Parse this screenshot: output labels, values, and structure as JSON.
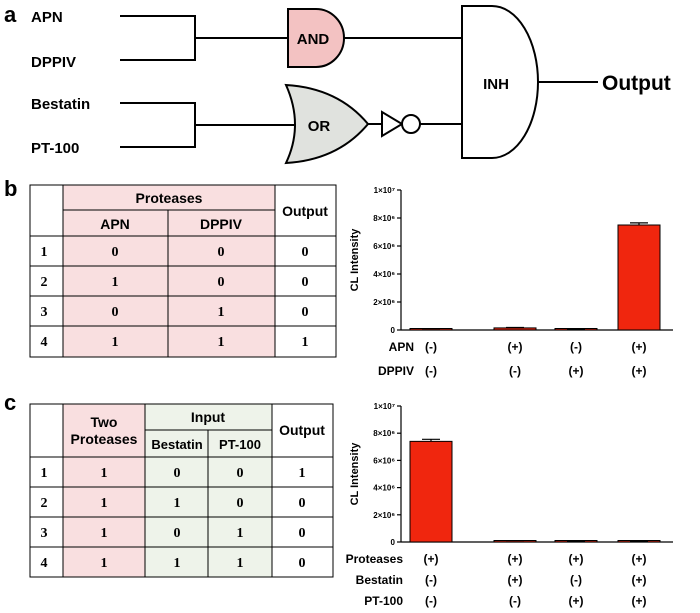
{
  "panel_labels": {
    "a": "a",
    "b": "b",
    "c": "c"
  },
  "colors": {
    "pink": "#f9dfe0",
    "green": "#eef3ea",
    "and_gate": "#f3c2c2",
    "or_gate": "#e0e2de",
    "bar": "#f0260e"
  },
  "circuit": {
    "inputs": [
      "APN",
      "DPPIV",
      "Bestatin",
      "PT-100"
    ],
    "and_label": "AND",
    "or_label": "OR",
    "inh_label": "INH",
    "output_label": "Output"
  },
  "table_b": {
    "group_header": "Proteases",
    "col_headers": [
      "APN",
      "DPPIV"
    ],
    "output_header": "Output",
    "rows": [
      [
        "1",
        "0",
        "0",
        "0"
      ],
      [
        "2",
        "1",
        "0",
        "0"
      ],
      [
        "3",
        "0",
        "1",
        "0"
      ],
      [
        "4",
        "1",
        "1",
        "1"
      ]
    ]
  },
  "table_c": {
    "first_header_line1": "Two",
    "first_header_line2": "Proteases",
    "group_header": "Input",
    "col_headers": [
      "Bestatin",
      "PT-100"
    ],
    "output_header": "Output",
    "rows": [
      [
        "1",
        "1",
        "0",
        "0",
        "1"
      ],
      [
        "2",
        "1",
        "1",
        "0",
        "0"
      ],
      [
        "3",
        "1",
        "0",
        "1",
        "0"
      ],
      [
        "4",
        "1",
        "1",
        "1",
        "0"
      ]
    ]
  },
  "chart_data": [
    {
      "type": "bar",
      "ylabel": "CL Intensity",
      "ylim": [
        0,
        10000000
      ],
      "yticks": [
        "0",
        "2×10⁶",
        "4×10⁶",
        "6×10⁶",
        "8×10⁶",
        "1×10⁷"
      ],
      "values": [
        80000,
        150000,
        60000,
        7500000
      ],
      "errors": [
        20000,
        30000,
        10000,
        150000
      ],
      "condition_rows": [
        {
          "name": "APN",
          "signs": [
            "(-)",
            "(+)",
            "(-)",
            "(+)"
          ]
        },
        {
          "name": "DPPIV",
          "signs": [
            "(-)",
            "(-)",
            "(+)",
            "(+)"
          ]
        }
      ]
    },
    {
      "type": "bar",
      "ylabel": "CL Intensity",
      "ylim": [
        0,
        10000000
      ],
      "yticks": [
        "0",
        "2×10⁶",
        "4×10⁶",
        "6×10⁶",
        "8×10⁶",
        "1×10⁷"
      ],
      "values": [
        7400000,
        90000,
        70000,
        40000
      ],
      "errors": [
        150000,
        15000,
        15000,
        10000
      ],
      "condition_rows": [
        {
          "name": "Proteases",
          "signs": [
            "(+)",
            "(+)",
            "(+)",
            "(+)"
          ]
        },
        {
          "name": "Bestatin",
          "signs": [
            "(-)",
            "(+)",
            "(-)",
            "(+)"
          ]
        },
        {
          "name": "PT-100",
          "signs": [
            "(-)",
            "(-)",
            "(+)",
            "(+)"
          ]
        }
      ]
    }
  ]
}
